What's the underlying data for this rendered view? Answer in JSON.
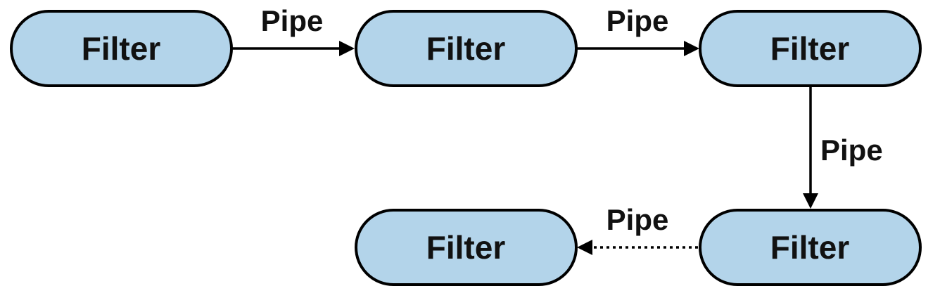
{
  "colors": {
    "node_fill": "#b3d4ea",
    "node_stroke": "#000000",
    "edge": "#000000"
  },
  "nodes": [
    {
      "id": "filter-1",
      "label": "Filter"
    },
    {
      "id": "filter-2",
      "label": "Filter"
    },
    {
      "id": "filter-3",
      "label": "Filter"
    },
    {
      "id": "filter-4",
      "label": "Filter"
    },
    {
      "id": "filter-5",
      "label": "Filter"
    }
  ],
  "edges": [
    {
      "from": "filter-1",
      "to": "filter-2",
      "label": "Pipe",
      "style": "solid"
    },
    {
      "from": "filter-2",
      "to": "filter-3",
      "label": "Pipe",
      "style": "solid"
    },
    {
      "from": "filter-3",
      "to": "filter-4",
      "label": "Pipe",
      "style": "solid"
    },
    {
      "from": "filter-4",
      "to": "filter-5",
      "label": "Pipe",
      "style": "dotted"
    }
  ]
}
